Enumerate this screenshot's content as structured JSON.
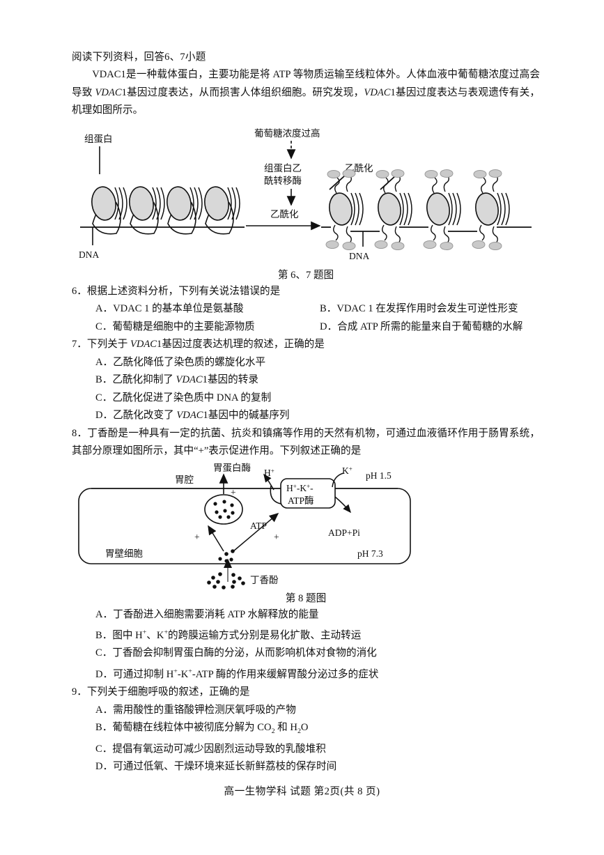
{
  "document": {
    "footer": "高一生物学科 试题 第2页(共 8 页)"
  },
  "passage": {
    "instruction": "阅读下列资料，回答6、7小题",
    "body_part1": "VDAC",
    "body_part2": "1是一种载体蛋白，主要功能是将 ATP 等物质运输至线粒体外。人体血液中葡萄糖浓度过高会导致 ",
    "body_gene1": "VDAC",
    "body_part3": "1基因过度表达，从而损害人体组织细胞。研究发现，",
    "body_gene2": "VDAC",
    "body_part4": "1基因过度表达与表观遗传有关，机理如图所示。"
  },
  "figure1": {
    "caption": "第 6、7 题图",
    "label_glucose": "葡萄糖浓度过高",
    "label_enzyme_line1": "组蛋白乙",
    "label_enzyme_line2": "酰转移酶",
    "label_acetylation_mid": "乙酰化",
    "label_acetylation_right": "乙酰化",
    "label_histone": "组蛋白",
    "label_dna_left": "DNA",
    "label_dna_right": "DNA"
  },
  "question6": {
    "number": "6．",
    "stem": "根据上述资料分析，下列有关说法错误的是",
    "options": [
      "A．VDAC 1 的基本单位是氨基酸",
      "B．VDAC 1 在发挥作用时会发生可逆性形变",
      "C．葡萄糖是细胞中的主要能源物质",
      "D．合成 ATP 所需的能量来自于葡萄糖的水解"
    ]
  },
  "question7": {
    "number": "7．",
    "stem_pre": "下列关于 ",
    "stem_gene": "VDAC",
    "stem_post": "1基因过度表达机理的叙述，正确的是",
    "options": [
      "A．乙酰化降低了染色质的螺旋化水平",
      "B．乙酰化抑制了 VDAC 1基因的转录",
      "C．乙酰化促进了染色质中 DNA 的复制",
      "D．乙酰化改变了 VDAC 1基因中的碱基序列"
    ],
    "options_plain": [
      {
        "letter": "A．",
        "pre": "乙酰化降低了染色质的螺旋化水平",
        "gene": "",
        "post": ""
      },
      {
        "letter": "B．",
        "pre": "乙酰化抑制了 ",
        "gene": "VDAC",
        "post": "1基因的转录"
      },
      {
        "letter": "C．",
        "pre": "乙酰化促进了染色质中 DNA 的复制",
        "gene": "",
        "post": ""
      },
      {
        "letter": "D．",
        "pre": "乙酰化改变了 ",
        "gene": "VDAC",
        "post": "1基因中的碱基序列"
      }
    ]
  },
  "question8": {
    "number": "8．",
    "stem": "丁香酚是一种具有一定的抗菌、抗炎和镇痛等作用的天然有机物，可通过血液循环作用于肠胃系统，其部分原理如图所示，其中“+”表示促进作用。下列叙述正确的是",
    "caption": "第 8 题图",
    "options": [
      "A．丁香酚进入细胞需要消耗 ATP 水解释放的能量",
      "B．图中 H+、K+的跨膜运输方式分别是易化扩散、主动转运",
      "C．丁香酚会抑制胃蛋白酶的分泌，从而影响机体对食物的消化",
      "D．可通过抑制 H+-K+-ATP 酶的作用来缓解胃酸分泌过多的症状"
    ]
  },
  "figure2": {
    "label_pepsin": "胃蛋白酶",
    "label_lumen": "胃腔",
    "label_h": "H",
    "label_k": "K",
    "label_ph_high": "pH 1.5",
    "label_ph_low": "pH 7.3",
    "label_pump_line1": "H+-K+-",
    "label_pump_line2": "ATP酶",
    "label_atp": "ATP",
    "label_adp": "ADP+Pi",
    "label_parietal": "胃壁细胞",
    "label_eugenol": "丁香酚",
    "plus1": "+",
    "plus2": "+",
    "plus3": "+"
  },
  "question9": {
    "number": "9．",
    "stem": "下列关于细胞呼吸的叙述，正确的是",
    "options": [
      "A．需用酸性的重铬酸钾检测厌氧呼吸的产物",
      "B．葡萄糖在线粒体中被彻底分解为 CO2 和 H2O",
      "C．提倡有氧运动可减少因剧烈运动导致的乳酸堆积",
      "D．可通过低氧、干燥环境来延长新鲜荔枝的保存时间"
    ]
  },
  "colors": {
    "ink": "#111111",
    "paper": "#ffffff",
    "nucleosome_fill": "#d8d8d8",
    "tag_fill": "#c9c9c9"
  }
}
